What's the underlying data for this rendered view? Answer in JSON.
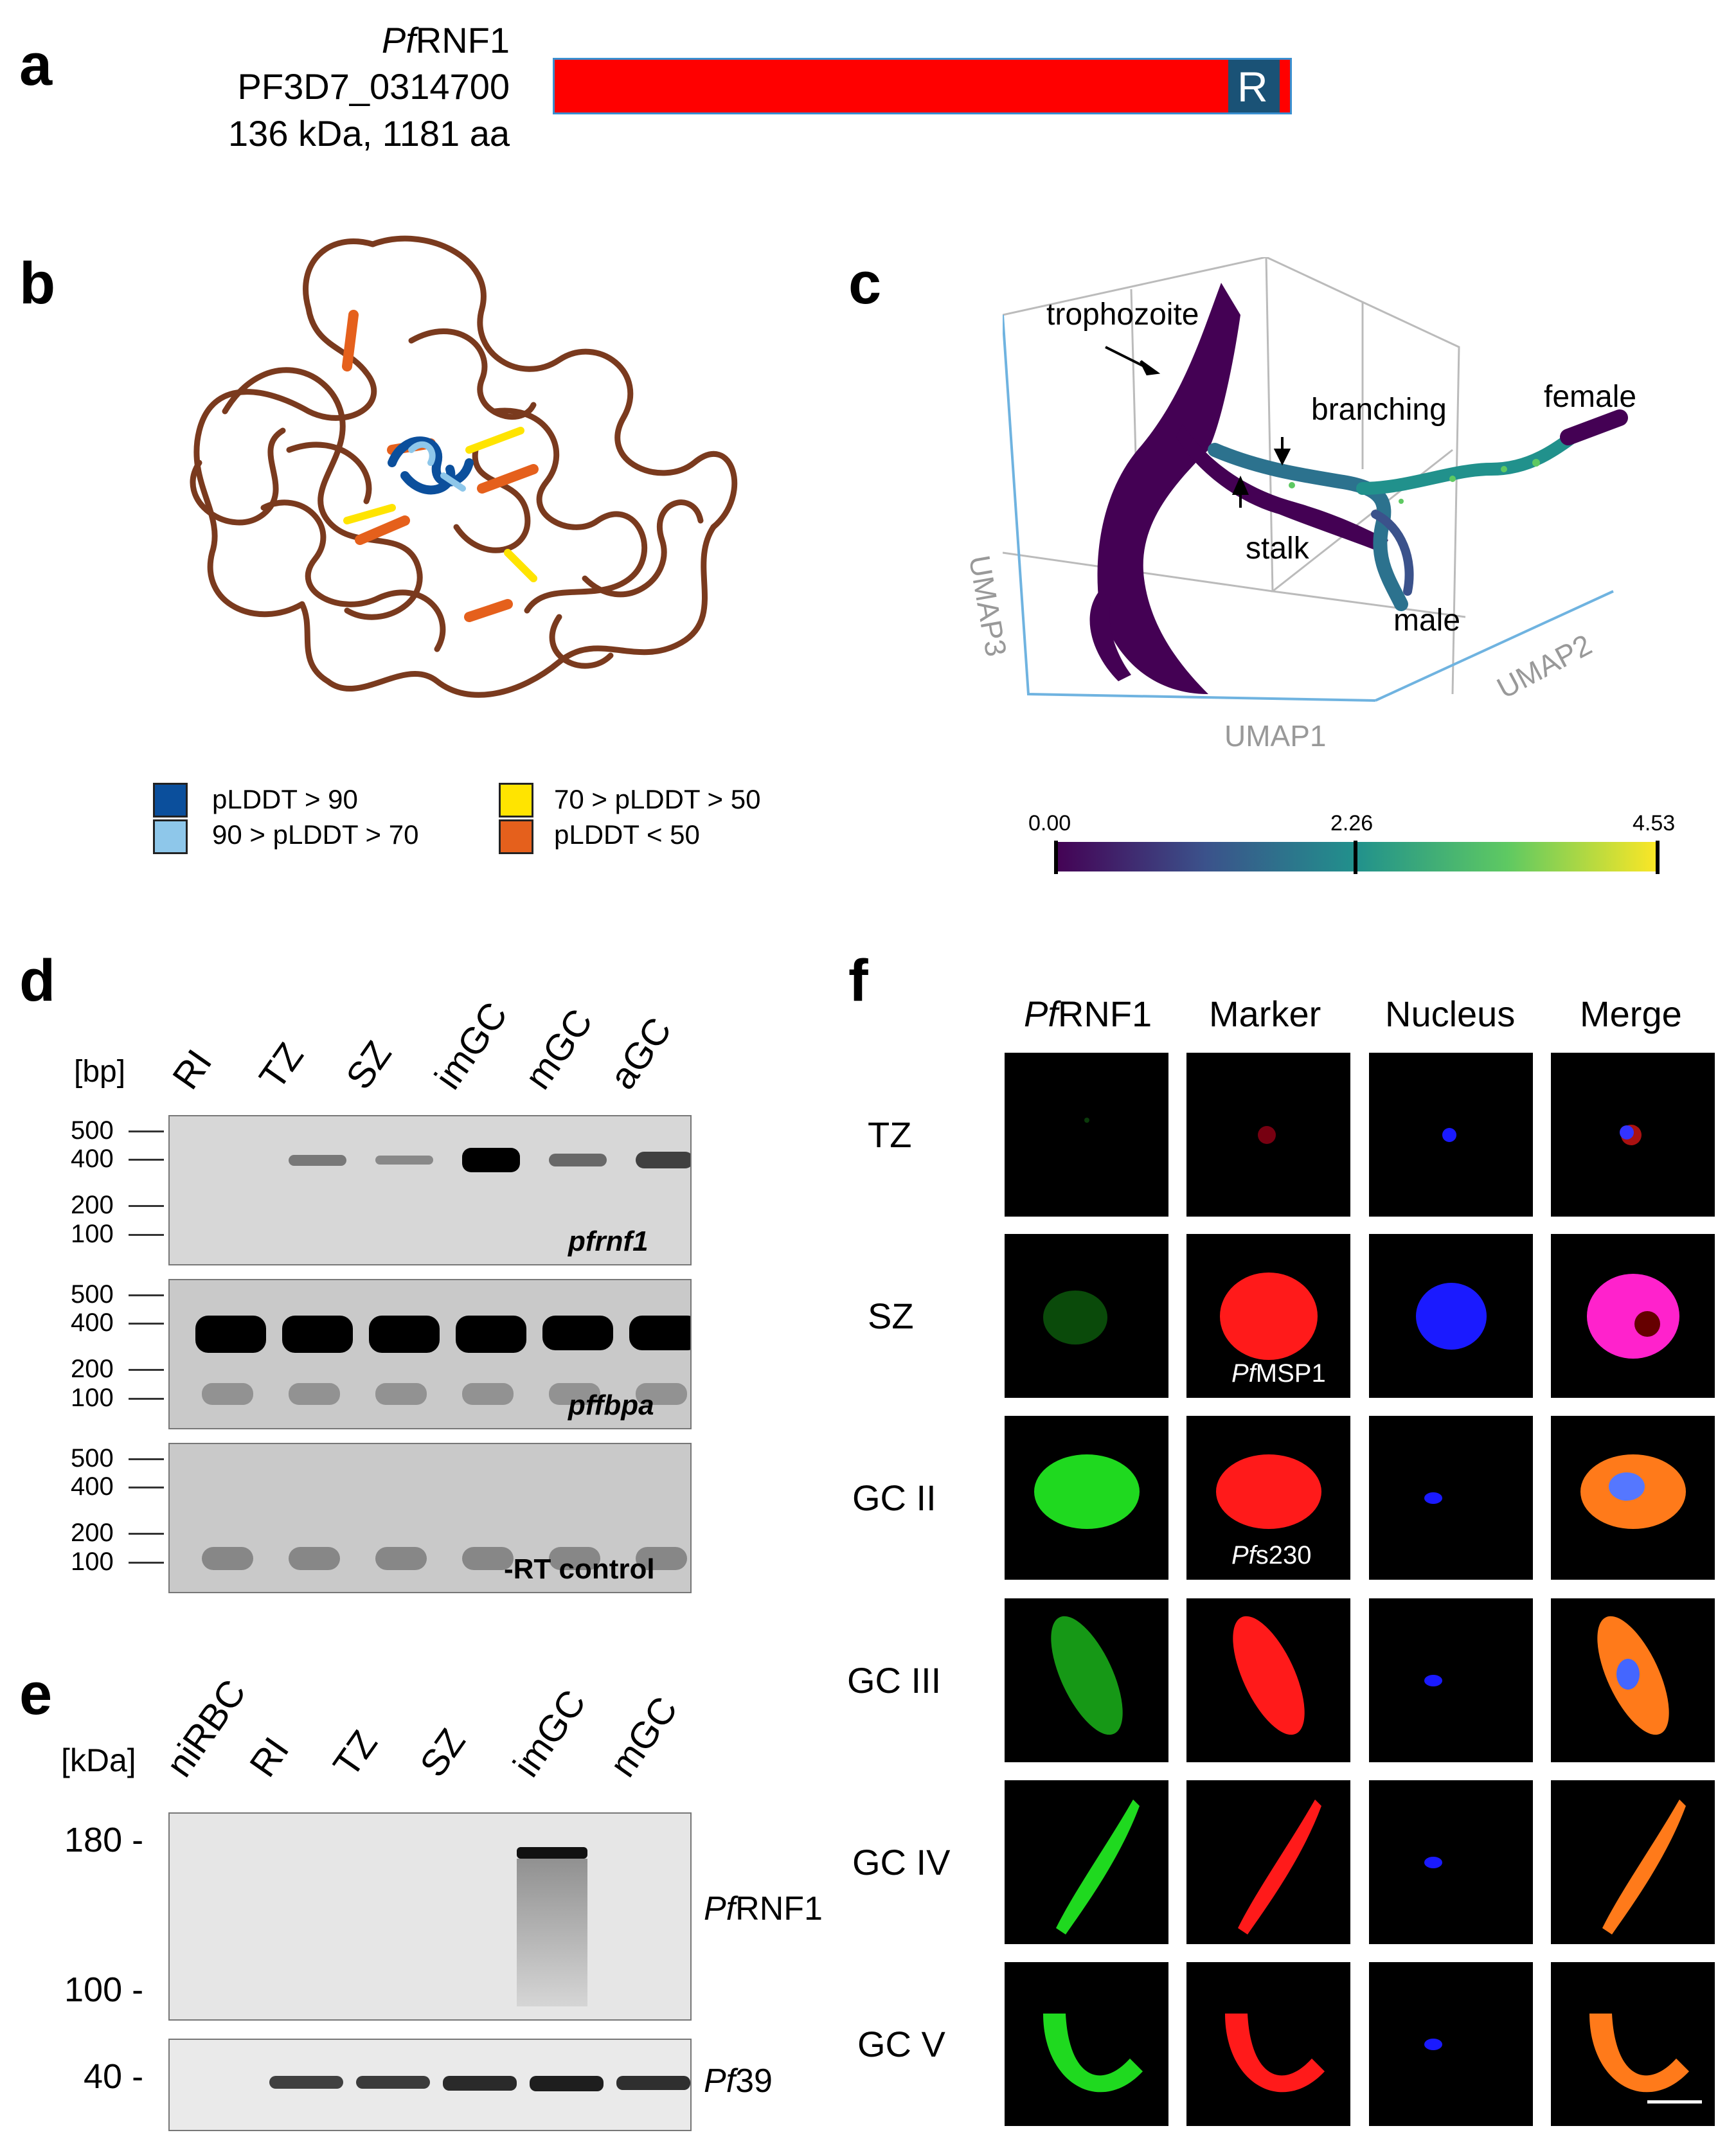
{
  "panels": {
    "a": "a",
    "b": "b",
    "c": "c",
    "d": "d",
    "e": "e",
    "f": "f"
  },
  "panel_a": {
    "protein_name_italic": "Pf",
    "protein_name_rest": "RNF1",
    "gene_id": "PF3D7_0314700",
    "size": "136 kDa, 1181 aa",
    "domain_label": "R",
    "colors": {
      "protein_bar": "#ff0000",
      "ring_domain": "#1a5276",
      "border": "#3a8fd0"
    }
  },
  "panel_b": {
    "legend": [
      {
        "label": "pLDDT > 90",
        "color": "#0b4f9c"
      },
      {
        "label": "90 > pLDDT > 70",
        "color": "#8ec7ea"
      },
      {
        "label": "70 > pLDDT > 50",
        "color": "#ffe400"
      },
      {
        "label": "pLDDT < 50",
        "color": "#e5601c"
      }
    ]
  },
  "panel_c": {
    "labels": {
      "trophozoite": "trophozoite",
      "branching": "branching",
      "female": "female",
      "stalk": "stalk",
      "male": "male"
    },
    "axes": {
      "x": "UMAP1",
      "y": "UMAP2",
      "z": "UMAP3"
    },
    "colorbar": {
      "min": "0.00",
      "mid": "2.26",
      "max": "4.53",
      "colors": [
        "#440154",
        "#3b528b",
        "#21918c",
        "#5ec962",
        "#fde725"
      ]
    }
  },
  "panel_d": {
    "unit": "[bp]",
    "lanes": [
      "RI",
      "TZ",
      "SZ",
      "imGC",
      "mGC",
      "aGC"
    ],
    "markers": [
      "500",
      "400",
      "200",
      "100"
    ],
    "gels": [
      {
        "label": "pfrnf1",
        "band_intensity": [
          0.0,
          0.25,
          0.15,
          1.0,
          0.35,
          0.6
        ]
      },
      {
        "label": "pffbpa",
        "band_intensity": [
          1.0,
          1.0,
          1.0,
          1.0,
          0.9,
          0.9
        ]
      },
      {
        "label": "-RT control",
        "band_intensity": [
          0,
          0,
          0,
          0,
          0,
          0
        ]
      }
    ]
  },
  "panel_e": {
    "unit": "[kDa]",
    "lanes": [
      "niRBC",
      "RI",
      "TZ",
      "SZ",
      "imGC",
      "mGC"
    ],
    "blot1": {
      "markers": [
        "180 -",
        "100 -"
      ],
      "label_italic": "Pf",
      "label_rest": "RNF1",
      "band_intensity": [
        0,
        0,
        0,
        0,
        1.0,
        0
      ]
    },
    "blot2": {
      "markers": [
        "40 -"
      ],
      "label_italic": "Pf",
      "label_rest": "39",
      "band_intensity": [
        0,
        0.55,
        0.6,
        0.75,
        0.85,
        0.7
      ]
    }
  },
  "panel_f": {
    "columns": [
      {
        "italic": "Pf",
        "rest": "RNF1"
      },
      {
        "italic": "",
        "rest": "Marker"
      },
      {
        "italic": "",
        "rest": "Nucleus"
      },
      {
        "italic": "",
        "rest": "Merge"
      }
    ],
    "rows": [
      "TZ",
      "SZ",
      "GC II",
      "GC III",
      "GC IV",
      "GC V"
    ],
    "marker_labels": [
      {
        "row": 1,
        "italic": "Pf",
        "rest": "MSP1"
      },
      {
        "row": 2,
        "italic": "Pf",
        "rest": "s230"
      }
    ]
  }
}
